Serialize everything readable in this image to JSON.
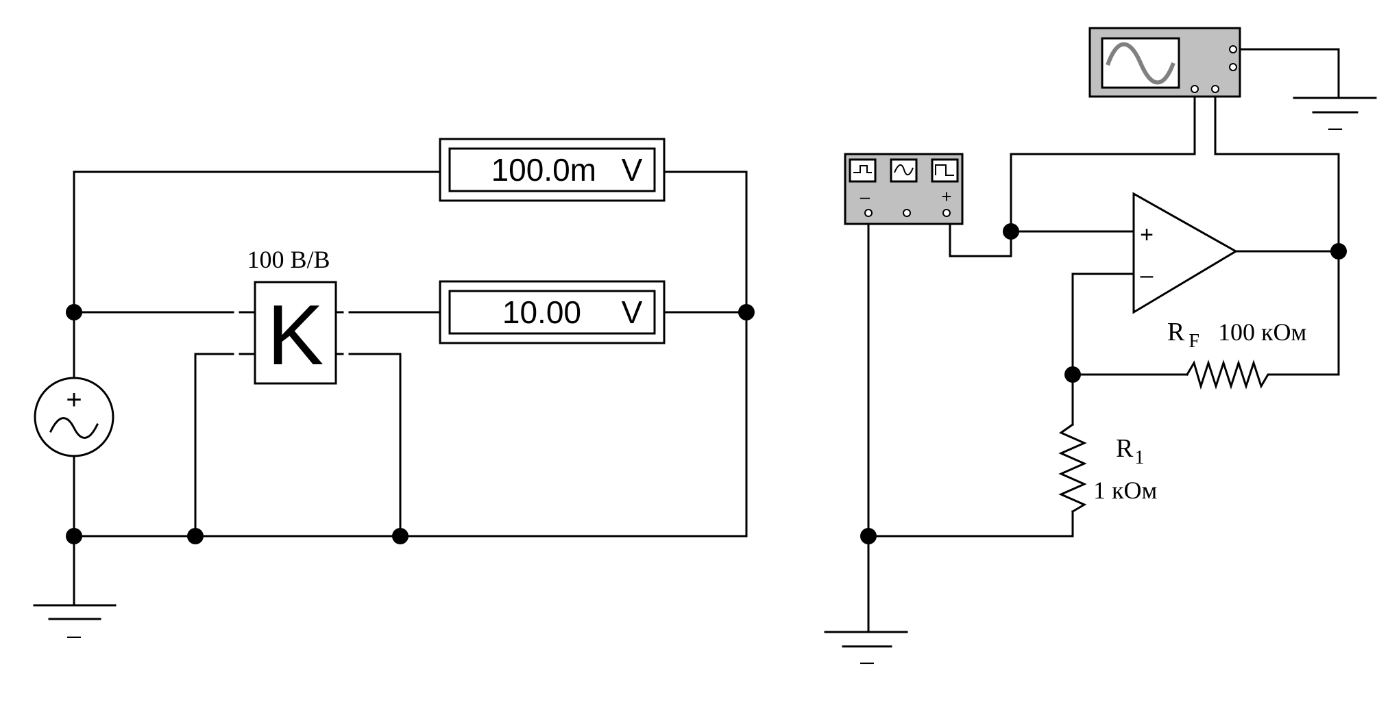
{
  "left_circuit": {
    "voltmeter_top": {
      "value": "100.0m",
      "unit": "V"
    },
    "voltmeter_bottom": {
      "value": "10.00",
      "unit": "V"
    },
    "amplifier": {
      "symbol": "K",
      "gain_label": "100 В/В"
    },
    "source": {
      "polarity": "+"
    },
    "ground_symbol": "–"
  },
  "right_circuit": {
    "function_generator": {
      "minus_label": "–",
      "plus_label": "+"
    },
    "opamp": {
      "plus_input": "+",
      "minus_input": "–"
    },
    "resistor_feedback": {
      "name": "R",
      "subscript": "F",
      "value": "100 кОм"
    },
    "resistor_input": {
      "name": "R",
      "subscript": "1",
      "value": "1 кОм"
    },
    "ground_symbol": "–"
  },
  "colors": {
    "line": "#000000",
    "instrument_gray": "#c0c0c0",
    "screen_white": "#ffffff",
    "wave_gray": "#808080"
  }
}
